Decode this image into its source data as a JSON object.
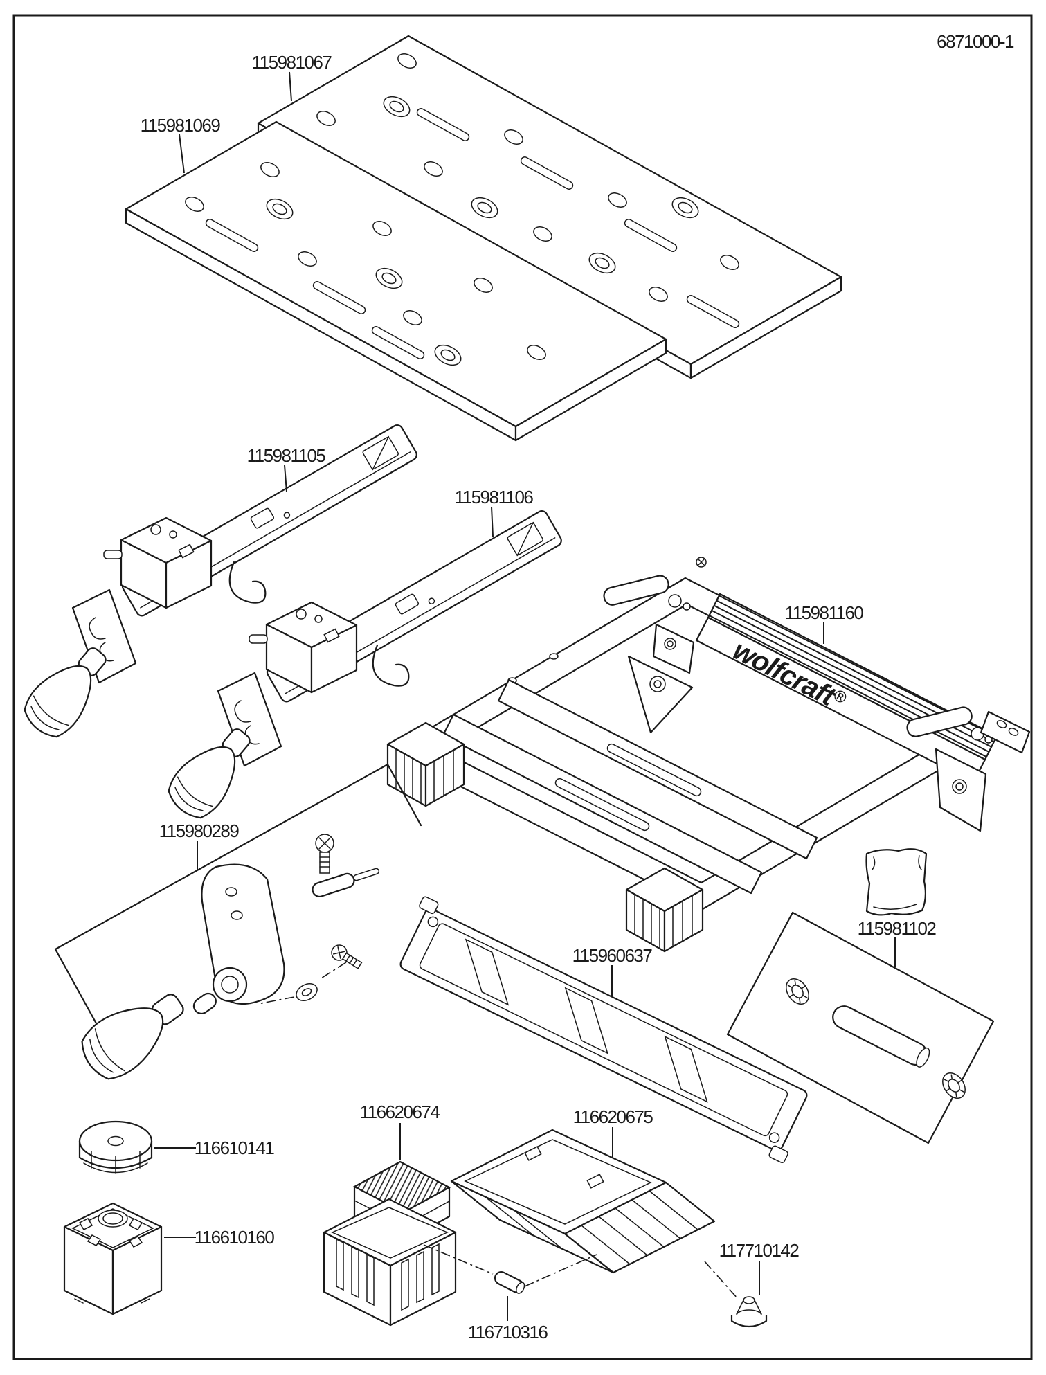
{
  "document": {
    "number": "6871000-1"
  },
  "brand": {
    "logo": "wolfcraft",
    "registered": "®"
  },
  "parts": [
    {
      "id": "115981067"
    },
    {
      "id": "115981069"
    },
    {
      "id": "115981105"
    },
    {
      "id": "115981106"
    },
    {
      "id": "115981160"
    },
    {
      "id": "115980289"
    },
    {
      "id": "115960637"
    },
    {
      "id": "115981102"
    },
    {
      "id": "116610141"
    },
    {
      "id": "116610160"
    },
    {
      "id": "116620674"
    },
    {
      "id": "116620675"
    },
    {
      "id": "117710142"
    },
    {
      "id": "116710316"
    }
  ]
}
